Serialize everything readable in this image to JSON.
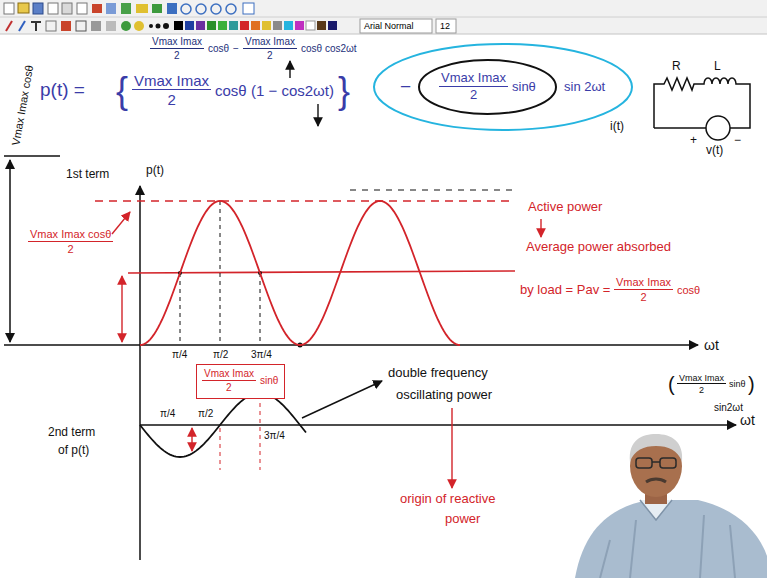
{
  "diagram": {
    "nodes": [
      {
        "text": [
          "−",
          "sin 2ωt"
        ]
      },
      {
        "text": [
          "Vmax Imax",
          "2",
          "sinθ"
        ],
        "in": 0
      },
      {
        "text": [
          "Vmax Imax",
          "2",
          "sinθ"
        ]
      }
    ],
    "labels": [
      "Arial Normal",
      "12",
      "Vmax Imax",
      "2",
      "cosθ",
      "−",
      "Vmax Imax",
      "2",
      "cosθ cos2ωt",
      "p(t) =",
      "{",
      "Vmax Imax",
      "2",
      "cosθ",
      "(1 − cos2ωt)",
      "}",
      "Vmax Imax cosθ",
      "1st term",
      "p(t)",
      "Vmax Imax cosθ",
      "2",
      "π/4",
      "π/2",
      "3π/4",
      "ωt",
      "Active power",
      "Average power absorbed",
      "by load = Pav =",
      "Vmax Imax",
      "2",
      "cosθ",
      "R",
      "L",
      "i(t)",
      "+",
      "−",
      "v(t)",
      "(",
      "Vmax Imax",
      "2",
      "sinθ",
      ")",
      "sin2ωt",
      "2nd term",
      "of p(t)",
      "π/4",
      "π/2",
      "3π/4",
      "ωt",
      "double frequency",
      "oscillating power",
      "origin of reactive",
      "power"
    ]
  }
}
